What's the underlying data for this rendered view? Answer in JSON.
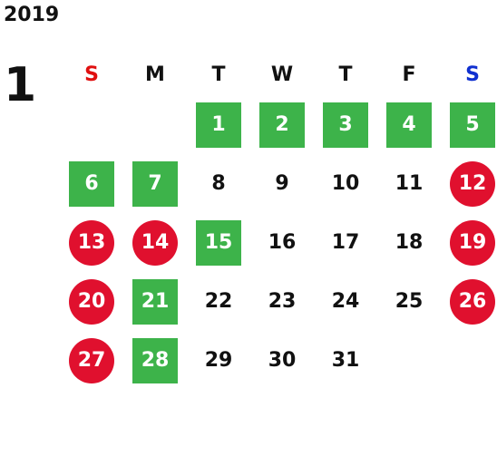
{
  "year": "2019",
  "month": "1",
  "weekdays": [
    {
      "label": "S",
      "kind": "sun"
    },
    {
      "label": "M",
      "kind": ""
    },
    {
      "label": "T",
      "kind": ""
    },
    {
      "label": "W",
      "kind": ""
    },
    {
      "label": "T",
      "kind": ""
    },
    {
      "label": "F",
      "kind": ""
    },
    {
      "label": "S",
      "kind": "sat"
    }
  ],
  "colors": {
    "green": "#3db34a",
    "red": "#e0102e",
    "sunday_label": "#e01010",
    "saturday_label": "#1030d0"
  },
  "weeks": [
    [
      null,
      null,
      {
        "d": "1",
        "style": "green"
      },
      {
        "d": "2",
        "style": "green"
      },
      {
        "d": "3",
        "style": "green"
      },
      {
        "d": "4",
        "style": "green"
      },
      {
        "d": "5",
        "style": "green"
      }
    ],
    [
      {
        "d": "6",
        "style": "green"
      },
      {
        "d": "7",
        "style": "green"
      },
      {
        "d": "8",
        "style": ""
      },
      {
        "d": "9",
        "style": ""
      },
      {
        "d": "10",
        "style": ""
      },
      {
        "d": "11",
        "style": ""
      },
      {
        "d": "12",
        "style": "red"
      }
    ],
    [
      {
        "d": "13",
        "style": "red"
      },
      {
        "d": "14",
        "style": "red"
      },
      {
        "d": "15",
        "style": "green"
      },
      {
        "d": "16",
        "style": ""
      },
      {
        "d": "17",
        "style": ""
      },
      {
        "d": "18",
        "style": ""
      },
      {
        "d": "19",
        "style": "red"
      }
    ],
    [
      {
        "d": "20",
        "style": "red"
      },
      {
        "d": "21",
        "style": "green"
      },
      {
        "d": "22",
        "style": ""
      },
      {
        "d": "23",
        "style": ""
      },
      {
        "d": "24",
        "style": ""
      },
      {
        "d": "25",
        "style": ""
      },
      {
        "d": "26",
        "style": "red"
      }
    ],
    [
      {
        "d": "27",
        "style": "red"
      },
      {
        "d": "28",
        "style": "green"
      },
      {
        "d": "29",
        "style": ""
      },
      {
        "d": "30",
        "style": ""
      },
      {
        "d": "31",
        "style": ""
      },
      null,
      null
    ]
  ]
}
